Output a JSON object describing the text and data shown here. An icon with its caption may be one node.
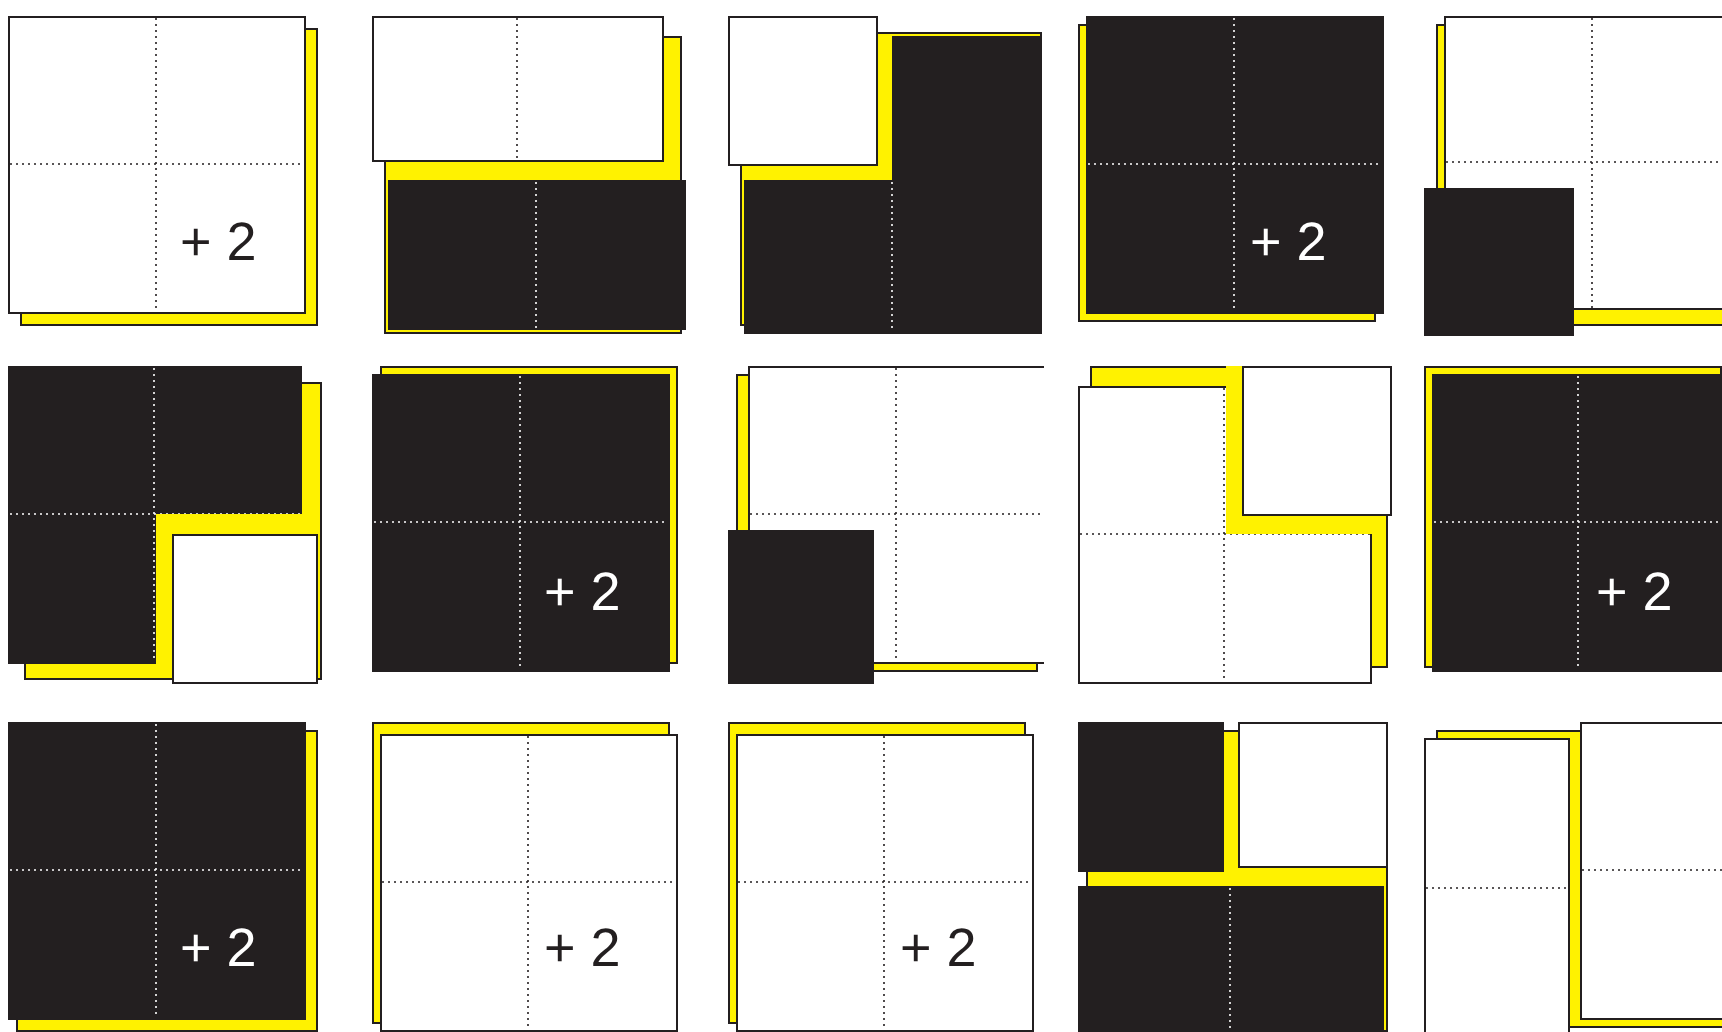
{
  "diagram": {
    "nodes": [
      {
        "text": [
          "+ 2"
        ]
      },
      {
        "text": [],
        "shape": "box"
      },
      {
        "text": [],
        "shape": "box"
      },
      {
        "text": [
          "+ 2"
        ]
      },
      {
        "text": [],
        "shape": "box"
      },
      {
        "text": [],
        "shape": "box"
      },
      {
        "text": [
          "+ 2"
        ]
      },
      {
        "text": [],
        "shape": "box"
      },
      {
        "text": [],
        "shape": "box"
      },
      {
        "text": [
          "+ 2"
        ]
      },
      {
        "text": [
          "+ 2"
        ]
      },
      {
        "text": [
          "+ 2"
        ]
      },
      {
        "text": [
          "+ 2"
        ]
      },
      {
        "text": [],
        "shape": "box"
      },
      {
        "text": [],
        "shape": "box"
      }
    ]
  }
}
